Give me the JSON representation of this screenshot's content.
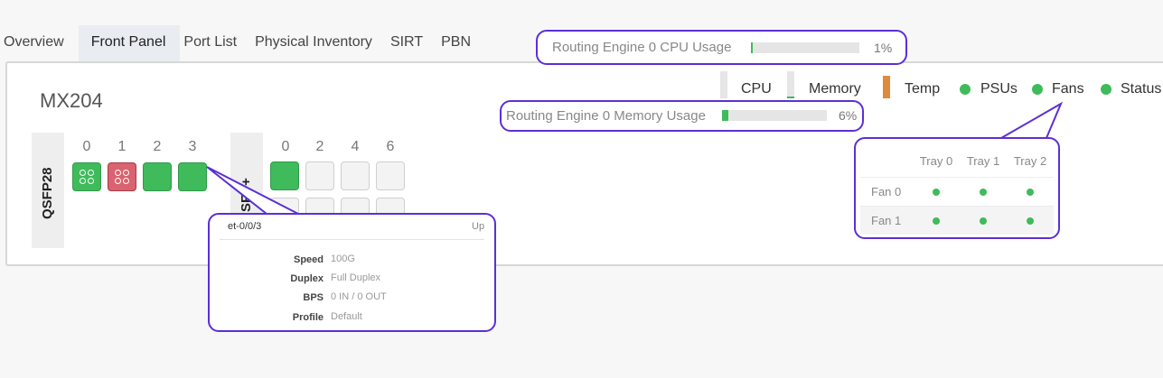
{
  "tabs": [
    {
      "label": "Overview",
      "active": false
    },
    {
      "label": "Front Panel",
      "active": true
    },
    {
      "label": "Port List",
      "active": false
    },
    {
      "label": "Physical Inventory",
      "active": false
    },
    {
      "label": "SIRT",
      "active": false
    },
    {
      "label": "PBN",
      "active": false
    }
  ],
  "device": {
    "name": "MX204"
  },
  "qsfp": {
    "label": "QSFP28",
    "numbers": [
      "0",
      "1",
      "2",
      "3"
    ],
    "ports": [
      {
        "state": "up",
        "breakout": true
      },
      {
        "state": "down",
        "breakout": true
      },
      {
        "state": "up",
        "breakout": false
      },
      {
        "state": "up",
        "breakout": false
      }
    ]
  },
  "sfp": {
    "label": "SFP+",
    "numbers": [
      "0",
      "2",
      "4",
      "6"
    ],
    "ports_row1": [
      "up",
      "empty",
      "empty",
      "empty"
    ],
    "ports_row2": [
      "empty",
      "empty",
      "empty",
      "empty"
    ]
  },
  "legend": {
    "cpu": "CPU",
    "memory": "Memory",
    "temp": "Temp",
    "psus": "PSUs",
    "fans": "Fans",
    "status": "Status",
    "temp_color": "#e08a3c",
    "ok_color": "#3fbb5b"
  },
  "cpu_usage": {
    "label": "Routing Engine 0 CPU Usage",
    "value_text": "1%",
    "fraction": 0.01
  },
  "memory_usage": {
    "label": "Routing Engine 0 Memory Usage",
    "value_text": "6%",
    "fraction": 0.06
  },
  "fans_popup": {
    "columns": [
      "Tray 0",
      "Tray 1",
      "Tray 2"
    ],
    "rows": [
      {
        "name": "Fan 0",
        "status": [
          "ok",
          "ok",
          "ok"
        ]
      },
      {
        "name": "Fan 1",
        "status": [
          "ok",
          "ok",
          "ok"
        ]
      }
    ]
  },
  "port_tooltip": {
    "name": "et-0/0/3",
    "status": "Up",
    "fields": [
      {
        "key": "Speed",
        "value": "100G"
      },
      {
        "key": "Duplex",
        "value": "Full Duplex"
      },
      {
        "key": "BPS",
        "value": "0 IN / 0 OUT"
      },
      {
        "key": "Profile",
        "value": "Default"
      }
    ]
  },
  "colors": {
    "accent": "#2f6fb3",
    "callout_border": "#5b2fd6",
    "port_up": "#3fbb5b",
    "port_down": "#d9636f"
  }
}
